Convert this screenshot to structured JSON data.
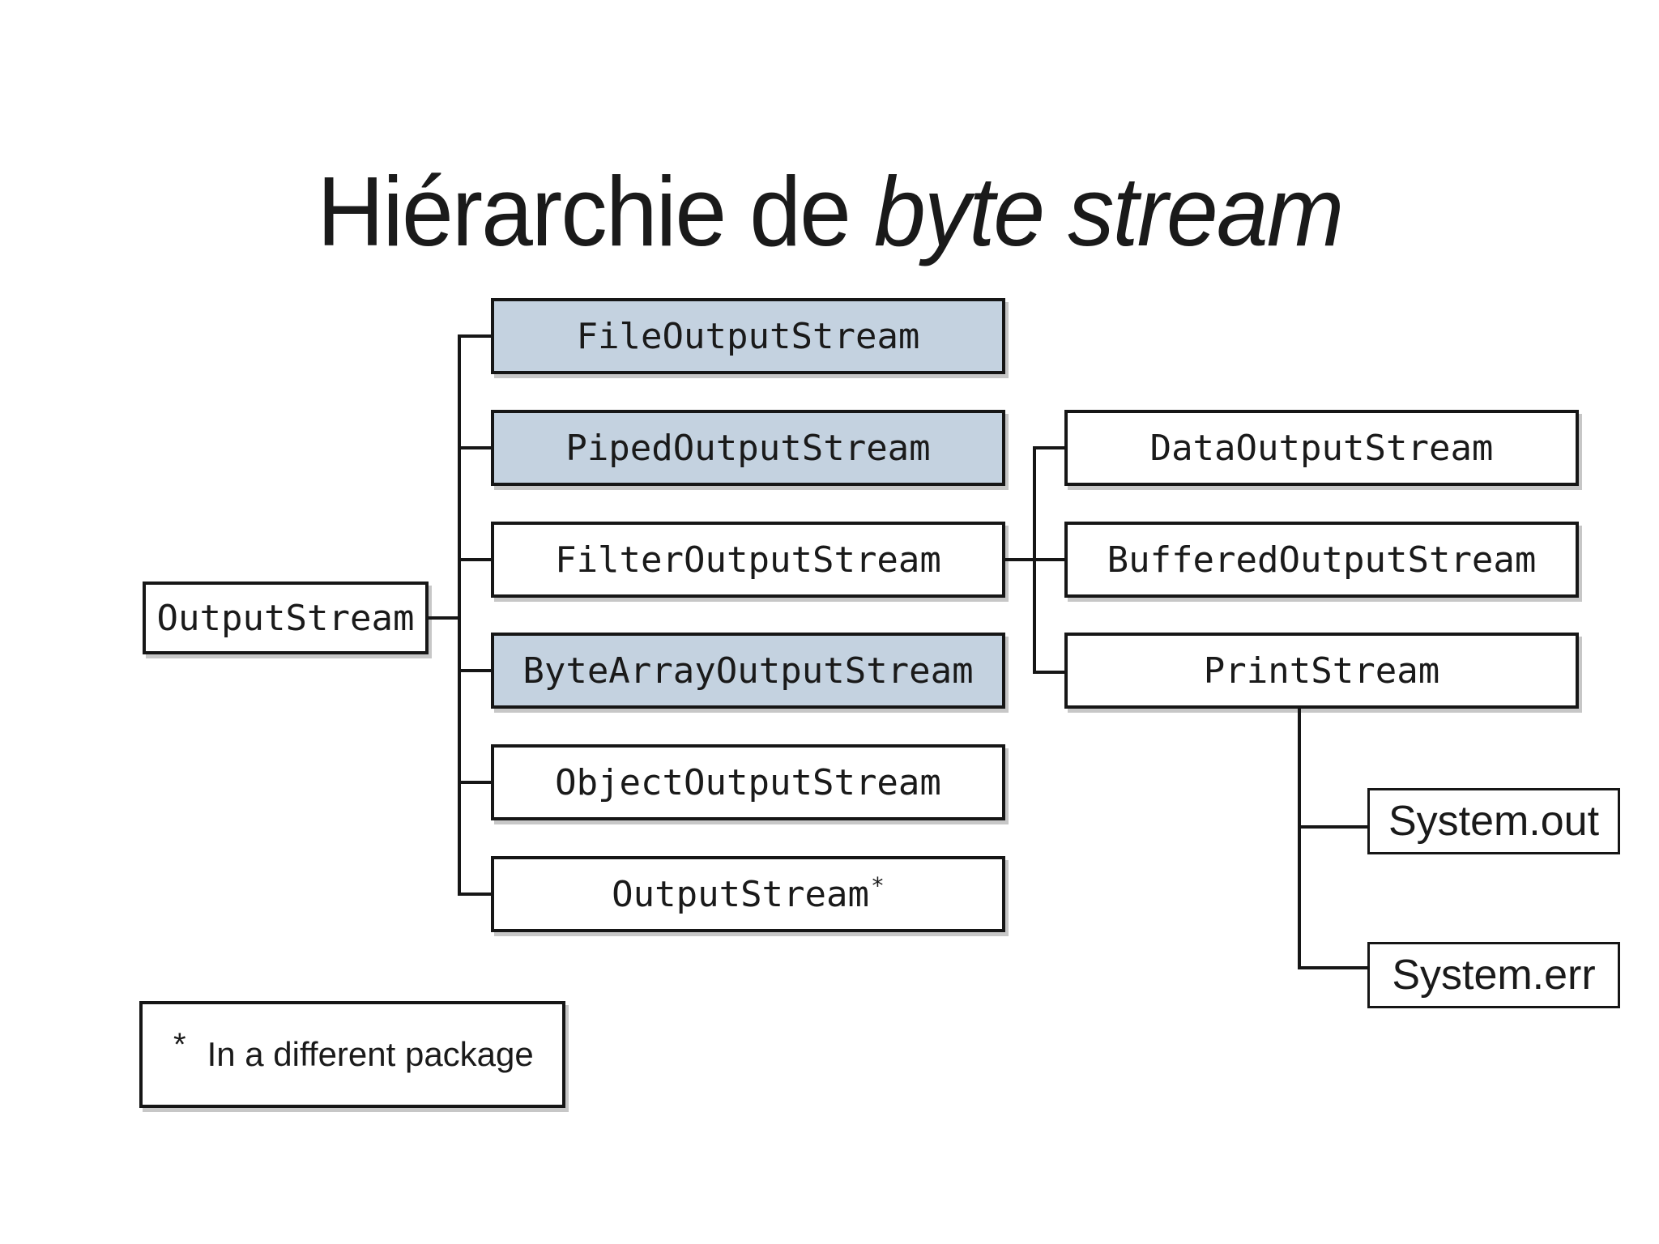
{
  "title": {
    "regular": "Hiérarchie de ",
    "italic": "byte stream"
  },
  "diagram": {
    "root": {
      "label": "OutputStream"
    },
    "children": [
      {
        "label": "FileOutputStream",
        "shaded": true
      },
      {
        "label": "PipedOutputStream",
        "shaded": true
      },
      {
        "label": "FilterOutputStream",
        "shaded": false
      },
      {
        "label": "ByteArrayOutputStream",
        "shaded": true
      },
      {
        "label": "ObjectOutputStream",
        "shaded": false
      },
      {
        "label": "OutputStream",
        "suffix": "*",
        "shaded": false
      }
    ],
    "filter_children": [
      {
        "label": "DataOutputStream"
      },
      {
        "label": "BufferedOutputStream"
      },
      {
        "label": "PrintStream"
      }
    ],
    "print_children": [
      {
        "label": "System.out"
      },
      {
        "label": "System.err"
      }
    ],
    "footnote": {
      "symbol": "*",
      "text": "In a different package"
    }
  },
  "colors": {
    "bg": "#ffffff",
    "text_color": "#1a1a1a",
    "box_border": "#161616",
    "line_color": "#161616",
    "shaded_fill": "#c4d2e0",
    "plain_fill": "#ffffff"
  }
}
